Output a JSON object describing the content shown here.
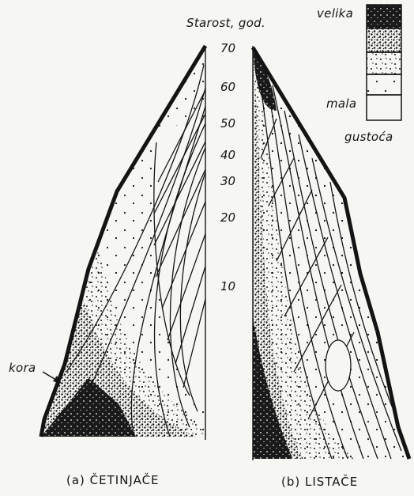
{
  "axis_title": "Starost, god.",
  "age_ticks": [
    "70",
    "60",
    "50",
    "40",
    "30",
    "20",
    "10"
  ],
  "legend": {
    "top_label": "velika",
    "bottom_label": "mala",
    "density_word": "gustoća",
    "levels": [
      "velika",
      "",
      "",
      "",
      "mala"
    ]
  },
  "bark_label": "kora",
  "captions": {
    "left": "(a) ČETINJAČE",
    "right": "(b) LISTAČE"
  },
  "colors": {
    "ink": "#141414",
    "paper": "#f6f6f3"
  }
}
